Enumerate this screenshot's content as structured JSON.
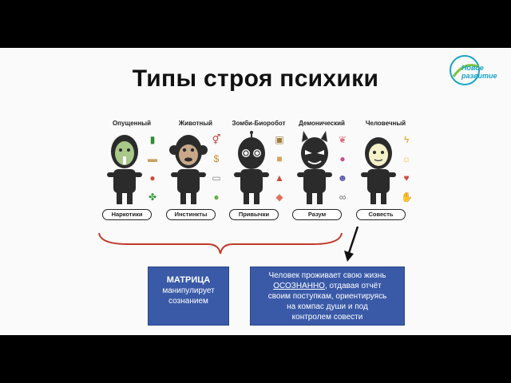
{
  "slide": {
    "title": "Типы строя психики",
    "logo": {
      "line1": "Новое",
      "line2": "развитие"
    }
  },
  "figures": [
    {
      "name": "Опущенный",
      "label": "Наркотики",
      "icons": [
        "bottle-icon",
        "smoke-icon",
        "pills-icon",
        "leaf-icon"
      ],
      "colors": [
        "#2e8b2e",
        "#c8a060",
        "#d04a3a",
        "#3a9a3a"
      ]
    },
    {
      "name": "Животный",
      "label": "Инстинкты",
      "icons": [
        "gender-icon",
        "money-icon",
        "bed-icon",
        "apple-icon"
      ],
      "colors": [
        "#c23b3b",
        "#c78a2a",
        "#888888",
        "#6ab04c"
      ]
    },
    {
      "name": "Зомби-Биоробот",
      "label": "Привычки",
      "icons": [
        "tv-icon",
        "bag-icon",
        "fire-icon",
        "fish-icon"
      ],
      "colors": [
        "#a07a3a",
        "#d8a060",
        "#d04a3a",
        "#e07060"
      ]
    },
    {
      "name": "Демонический",
      "label": "Разум",
      "icons": [
        "brain-icon",
        "lightbulb-icon",
        "mask-icon",
        "handcuffs-icon"
      ],
      "colors": [
        "#e06a7a",
        "#d04a8a",
        "#5a5ab0",
        "#666666"
      ]
    },
    {
      "name": "Человечный",
      "label": "Совесть",
      "icons": [
        "lightning-icon",
        "sun-icon",
        "heart-icon",
        "hand-icon"
      ],
      "colors": [
        "#e0a020",
        "#e0c020",
        "#d04a3a",
        "#d08040"
      ]
    }
  ],
  "box_left": {
    "line1": "МАТРИЦА",
    "line2": "манипулирует",
    "line3": "сознанием"
  },
  "box_right": {
    "line1": "Человек проживает свою жизнь",
    "line2a": "ОСОЗНАННО",
    "line2b": ", отдавая отчёт",
    "line3": "своим поступкам, ориентируясь",
    "line4": "на компас души и под",
    "line5": "контролем совести"
  },
  "colors": {
    "box_blue": "#3a5aa8",
    "brace_red": "#c0392b",
    "figure_dark": "#2b2b2b",
    "logo_cyan": "#1aa3c7"
  }
}
